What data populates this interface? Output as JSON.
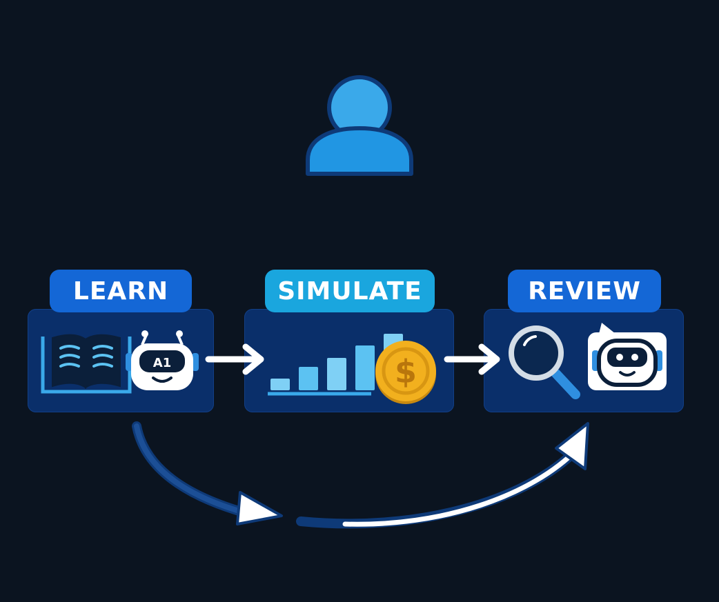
{
  "steps": [
    {
      "label": "LEARN"
    },
    {
      "label": "SIMULATE"
    },
    {
      "label": "REVIEW"
    }
  ],
  "robot_badge": "A1",
  "coin_symbol": "$",
  "chart_levels": [
    0.2,
    0.4,
    0.55,
    0.75,
    0.95
  ],
  "colors": {
    "background": "#0b1420",
    "panel": "#0a2f6a",
    "pill_blue": "#1467d6",
    "pill_cyan": "#1aa6de",
    "accent_light": "#5cc2f2",
    "coin": "#f2b01e"
  },
  "icons": [
    "user-icon",
    "book-icon",
    "robot-icon",
    "bar-chart-icon",
    "coin-icon",
    "magnifier-icon",
    "chat-robot-icon",
    "arrow-right-icon",
    "curved-arrow-icon"
  ]
}
